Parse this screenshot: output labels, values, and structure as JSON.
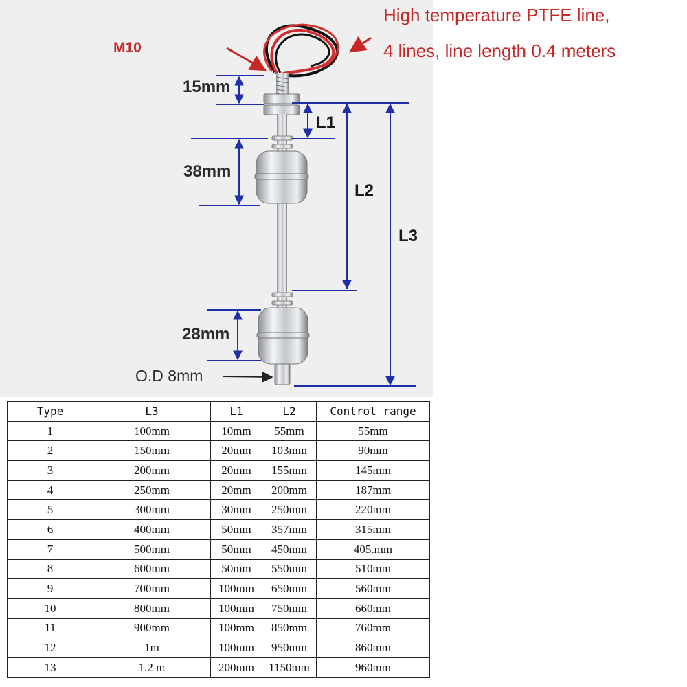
{
  "annotations": {
    "cable_note_line1": "High temperature PTFE line,",
    "cable_note_line2": "4 lines, line length 0.4 meters",
    "thread": "M10",
    "dim_top": "15mm",
    "dim_float_upper": "38mm",
    "dim_float_lower": "28mm",
    "outer_diameter": "O.D 8mm",
    "label_l1": "L1",
    "label_l2": "L2",
    "label_l3": "L3"
  },
  "colors": {
    "callout_red": "#c62828",
    "dimension_blue": "#1f2fa8",
    "wire_red": "#d32f2f",
    "wire_black": "#111111",
    "steel": "#c9cdd2"
  },
  "spec_table": {
    "headers": [
      "Type",
      "L3",
      "L1",
      "L2",
      "Control range"
    ],
    "rows": [
      [
        "1",
        "100mm",
        "10mm",
        "55mm",
        "55mm"
      ],
      [
        "2",
        "150mm",
        "20mm",
        "103mm",
        "90mm"
      ],
      [
        "3",
        "200mm",
        "20mm",
        "155mm",
        "145mm"
      ],
      [
        "4",
        "250mm",
        "20mm",
        "200mm",
        "187mm"
      ],
      [
        "5",
        "300mm",
        "30mm",
        "250mm",
        "220mm"
      ],
      [
        "6",
        "400mm",
        "50mm",
        "357mm",
        "315mm"
      ],
      [
        "7",
        "500mm",
        "50mm",
        "450mm",
        "405.mm"
      ],
      [
        "8",
        "600mm",
        "50mm",
        "550mm",
        "510mm"
      ],
      [
        "9",
        "700mm",
        "100mm",
        "650mm",
        "560mm"
      ],
      [
        "10",
        "800mm",
        "100mm",
        "750mm",
        "660mm"
      ],
      [
        "11",
        "900mm",
        "100mm",
        "850mm",
        "760mm"
      ],
      [
        "12",
        "1m",
        "100mm",
        "950mm",
        "860mm"
      ],
      [
        "13",
        "1.2 m",
        "200mm",
        "1150mm",
        "960mm"
      ]
    ]
  }
}
